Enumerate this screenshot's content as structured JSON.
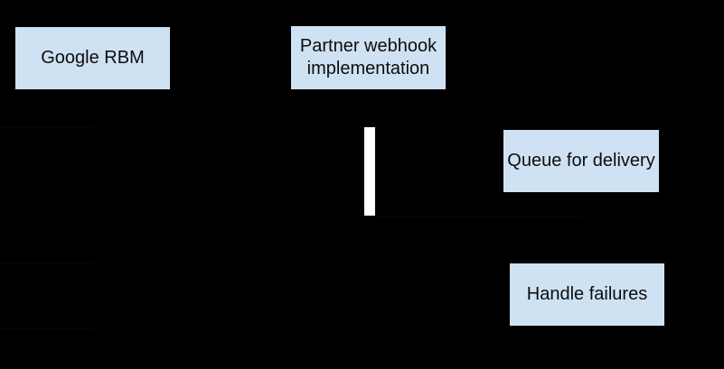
{
  "diagram": {
    "type": "sequence-diagram",
    "colors": {
      "background": "#000000",
      "node_fill": "#cfe2f3",
      "node_text": "#0d0d0d",
      "activation_fill": "#ffffff",
      "faint_line": "#0b0b0b"
    },
    "nodes": [
      {
        "id": "google-rbm",
        "label": "Google RBM"
      },
      {
        "id": "partner-webhook",
        "label": "Partner webhook\nimplementation"
      },
      {
        "id": "queue-for-delivery",
        "label": "Queue for delivery"
      },
      {
        "id": "handle-failures",
        "label": "Handle failures"
      }
    ]
  }
}
